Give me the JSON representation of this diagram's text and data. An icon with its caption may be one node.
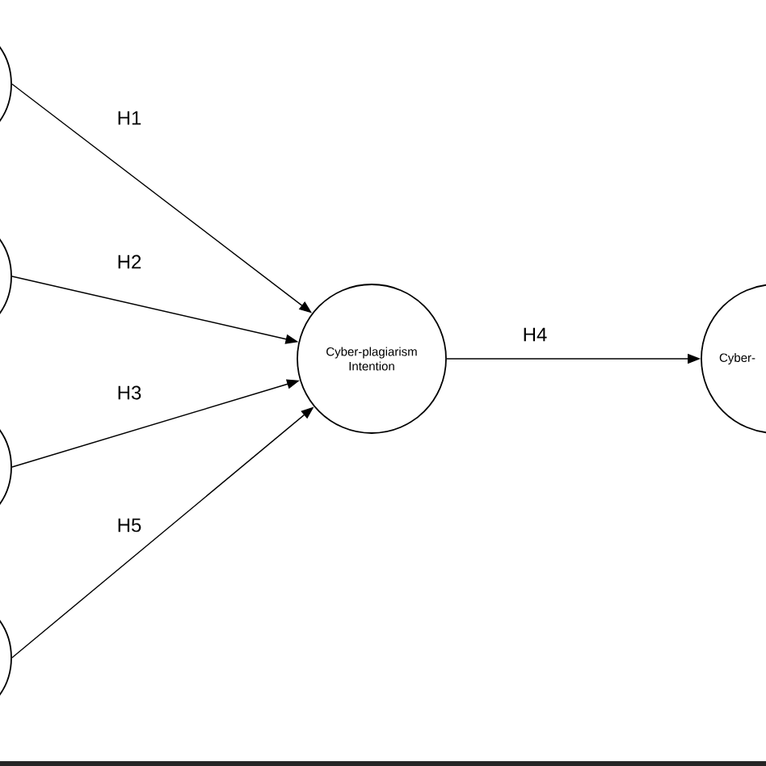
{
  "diagram": {
    "nodes": [
      {
        "text": [],
        "shape": "circle"
      },
      {
        "text": [],
        "shape": "circle"
      },
      {
        "text": [],
        "shape": "circle"
      },
      {
        "text": [],
        "shape": "circle"
      },
      {
        "text": [
          "Cyber-plagiarism Intention"
        ]
      },
      {
        "text": [
          "Cyber-"
        ]
      }
    ],
    "edges": [
      {
        "from": 0,
        "to": 4,
        "arrow": "to",
        "label": "H1"
      },
      {
        "from": 1,
        "to": 4,
        "arrow": "to",
        "label": "H2"
      },
      {
        "from": 2,
        "to": 4,
        "arrow": "to",
        "label": "H3"
      },
      {
        "from": 3,
        "to": 4,
        "arrow": "to",
        "label": "H5"
      },
      {
        "from": 4,
        "to": 5,
        "arrow": "to",
        "label": "H4"
      }
    ]
  }
}
